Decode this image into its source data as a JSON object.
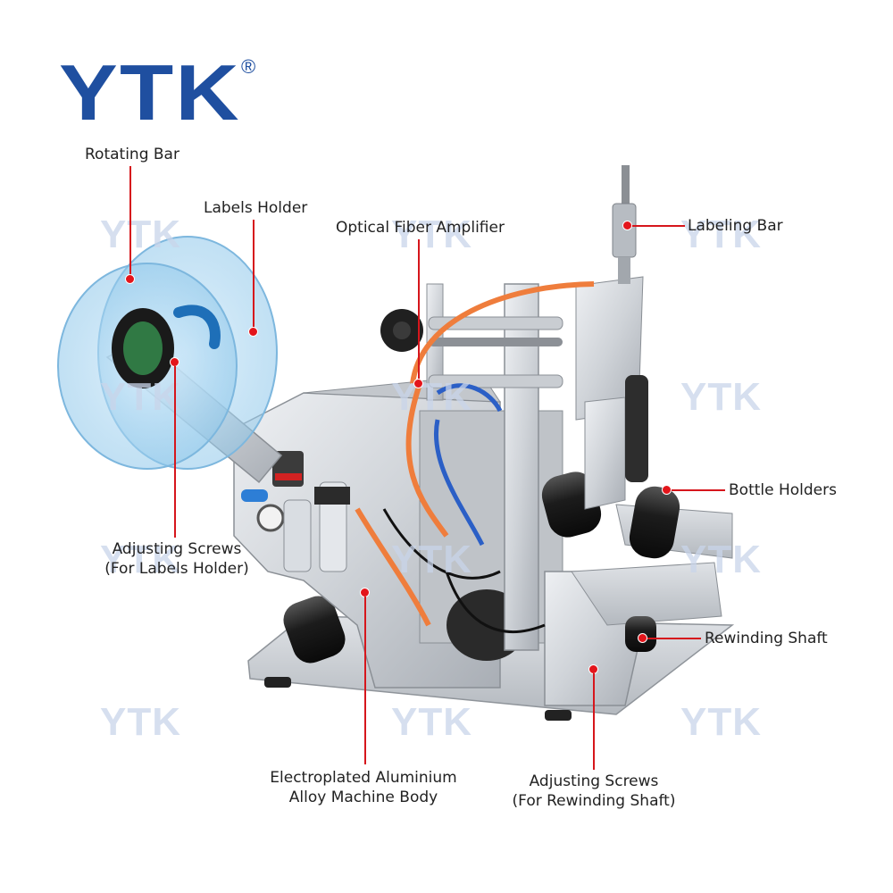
{
  "brand": {
    "name": "YTK",
    "registered": "®",
    "color": "#1f4fa0"
  },
  "watermark": "YTK",
  "accent_color": "#e3151b",
  "labels": {
    "rotating_bar": "Rotating Bar",
    "labels_holder": "Labels Holder",
    "optical_fiber_amplifier": "Optical Fiber Amplifier",
    "labeling_bar": "Labeling Bar",
    "bottle_holders": "Bottle Holders",
    "rewinding_shaft": "Rewinding Shaft",
    "adjusting_screws_labels_line1": "Adjusting Screws",
    "adjusting_screws_labels_line2": "(For Labels Holder)",
    "machine_body_line1": "Electroplated Aluminium",
    "machine_body_line2": "Alloy Machine Body",
    "adjusting_screws_rewind_line1": "Adjusting Screws",
    "adjusting_screws_rewind_line2": "(For Rewinding Shaft)"
  }
}
